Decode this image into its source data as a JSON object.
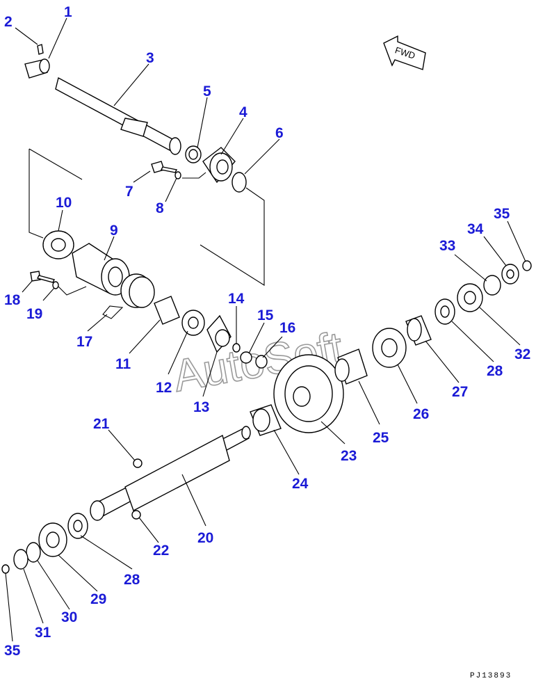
{
  "diagram": {
    "watermark": "AutoSoft",
    "code": "PJ13893",
    "direction_label": "FWD",
    "label_color": "#1a1ad6",
    "labels": {
      "p1": "1",
      "p2": "2",
      "p3": "3",
      "p4": "4",
      "p5": "5",
      "p6": "6",
      "p7": "7",
      "p8": "8",
      "p9": "9",
      "p10": "10",
      "p11": "11",
      "p12": "12",
      "p13": "13",
      "p14": "14",
      "p15": "15",
      "p16": "16",
      "p17": "17",
      "p18": "18",
      "p19": "19",
      "p20": "20",
      "p21": "21",
      "p22": "22",
      "p23": "23",
      "p24": "24",
      "p25": "25",
      "p26": "26",
      "p27": "27",
      "p28a": "28",
      "p28b": "28",
      "p29": "29",
      "p30": "30",
      "p31": "31",
      "p32": "32",
      "p33": "33",
      "p34": "34",
      "p35a": "35",
      "p35b": "35"
    }
  }
}
